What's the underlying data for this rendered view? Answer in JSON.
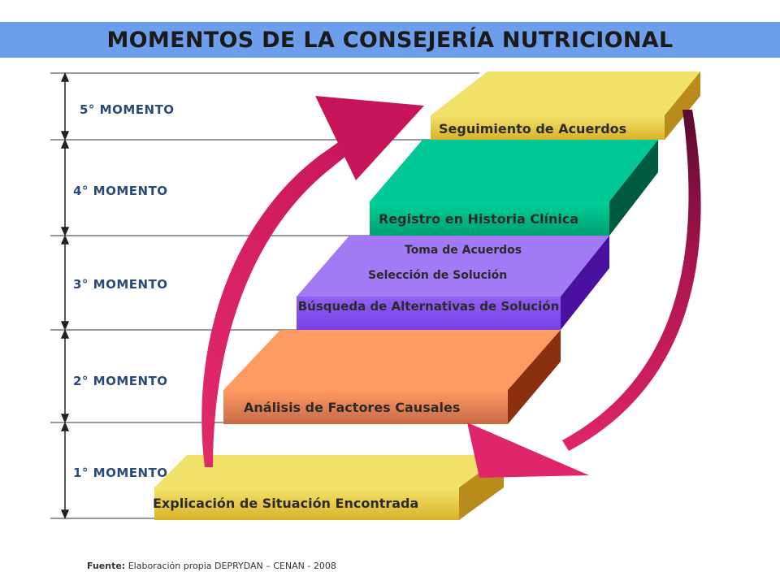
{
  "title": "MOMENTOS DE LA CONSEJERÍA NUTRICIONAL",
  "moments": [
    "5° MOMENTO",
    "4° MOMENTO",
    "3° MOMENTO",
    "2° MOMENTO",
    "1° MOMENTO"
  ],
  "steps": {
    "step5": "Seguimiento de Acuerdos",
    "step4": "Registro en Historia Clínica",
    "step3": "Búsqueda de Alternativas de Solución",
    "step3_sub1": "Toma de Acuerdos",
    "step3_sub2": "Selección de Solución",
    "step2": "Análisis de Factores Causales",
    "step1": "Explicación de Situación Encontrada"
  },
  "source": {
    "lead": "Fuente:",
    "text": " Elaboración propia DEPRYDAN – CENAN - 2008"
  },
  "colors": {
    "title_bar": "#6d9eeb",
    "step5": "#f0e060",
    "step4": "#00c896",
    "step3": "#a070f0",
    "step2": "#ff9a60",
    "step1": "#f0e060",
    "arrow": "#c8155a"
  }
}
